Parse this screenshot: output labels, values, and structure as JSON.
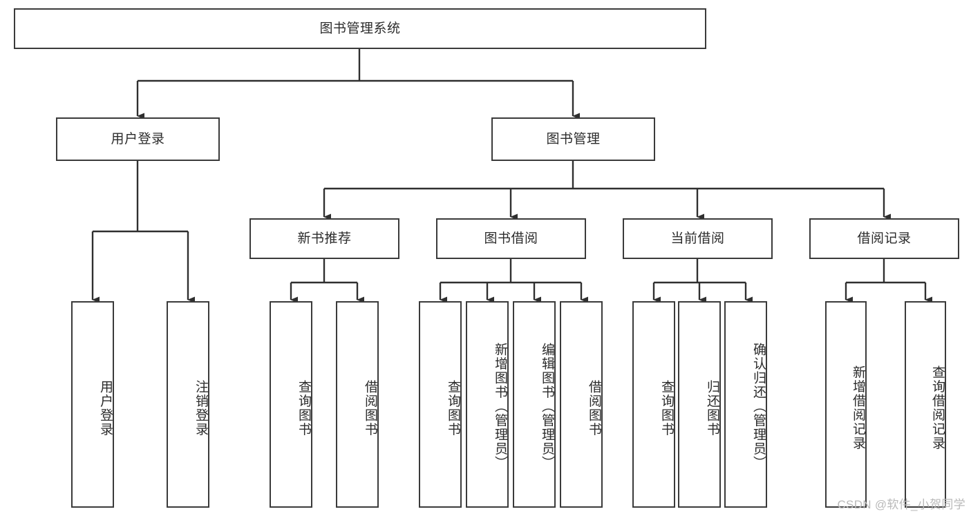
{
  "diagram": {
    "title": "图书管理系统",
    "type": "tree",
    "root": {
      "id": "root",
      "label": "图书管理系统"
    },
    "level1": [
      {
        "id": "user-login",
        "label": "用户登录"
      },
      {
        "id": "book-manage",
        "label": "图书管理"
      }
    ],
    "level2": [
      {
        "id": "new-book-rec",
        "label": "新书推荐",
        "parent": "book-manage"
      },
      {
        "id": "book-borrow",
        "label": "图书借阅",
        "parent": "book-manage"
      },
      {
        "id": "current-borrow",
        "label": "当前借阅",
        "parent": "book-manage"
      },
      {
        "id": "borrow-record",
        "label": "借阅记录",
        "parent": "book-manage"
      }
    ],
    "leaves": [
      {
        "id": "leaf-user-login",
        "label": "用户登录",
        "parent": "user-login"
      },
      {
        "id": "leaf-logout",
        "label": "注销登录",
        "parent": "user-login"
      },
      {
        "id": "leaf-query-book-rec",
        "label": "查询图书",
        "parent": "new-book-rec"
      },
      {
        "id": "leaf-borrow-book-rec",
        "label": "借阅图书",
        "parent": "new-book-rec"
      },
      {
        "id": "leaf-query-book-borrow",
        "label": "查询图书",
        "parent": "book-borrow"
      },
      {
        "id": "leaf-add-book",
        "label": "新增图书（管理员）",
        "parent": "book-borrow"
      },
      {
        "id": "leaf-edit-book",
        "label": "编辑图书（管理员）",
        "parent": "book-borrow"
      },
      {
        "id": "leaf-borrow-book",
        "label": "借阅图书",
        "parent": "book-borrow"
      },
      {
        "id": "leaf-query-book-cur",
        "label": "查询图书",
        "parent": "current-borrow"
      },
      {
        "id": "leaf-return-book",
        "label": "归还图书",
        "parent": "current-borrow"
      },
      {
        "id": "leaf-confirm-return",
        "label": "确认归还（管理员）",
        "parent": "current-borrow"
      },
      {
        "id": "leaf-add-record",
        "label": "新增借阅记录",
        "parent": "borrow-record"
      },
      {
        "id": "leaf-query-record",
        "label": "查询借阅记录",
        "parent": "borrow-record"
      }
    ]
  },
  "watermark": {
    "text": "CSDN @软件_小贺同学"
  },
  "colors": {
    "border": "#3a3a3a",
    "text": "#2b2b2b",
    "background": "#ffffff",
    "watermark": "#b9b9b9"
  }
}
